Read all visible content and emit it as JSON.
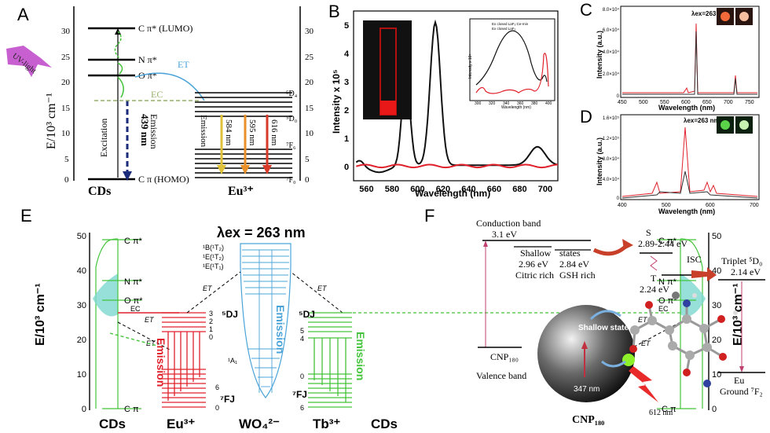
{
  "panel_letters": {
    "A": "A",
    "B": "B",
    "C": "C",
    "D": "D",
    "E": "E",
    "F": "F"
  },
  "panel_a": {
    "uv_label": "UV-light",
    "ylabel_left": "E/10³ cm⁻¹",
    "yticks": [
      "30",
      "25",
      "20",
      "15",
      "10",
      "5",
      "0"
    ],
    "levels": {
      "lumo": "C π* (LUMO)",
      "npi": "N π*",
      "opi": "O π*",
      "homo": "C π (HOMO)"
    },
    "et": "ET",
    "ec": "EC",
    "excitation": "Excitation",
    "emission_439": "439 nm",
    "emission": "Emission",
    "emission_eu": "Emission",
    "eu_lines": [
      "584 nm",
      "595 nm",
      "616 nm"
    ],
    "eu_levels": {
      "d4": "⁵D₄",
      "d0": "⁵D₀",
      "f6": "⁷F₆",
      "f0": "⁷F₀"
    },
    "cds": "CDs",
    "eu": "Eu³⁺"
  },
  "panel_b": {
    "ylabel": "Intensity x 10⁵",
    "xlabel": "Wavelength (nm)",
    "xticks": [
      "560",
      "580",
      "600",
      "620",
      "640",
      "660",
      "680",
      "700"
    ],
    "yticks": [
      "0",
      "1",
      "2",
      "3",
      "4",
      "5"
    ],
    "inset_legend": [
      "Ex closed LaF₃:Ce-min",
      "Ex closed LaF₃"
    ],
    "inset_xlabel": "Wavelength (nm)",
    "inset_ylabel": "Intensity x 10⁵",
    "inset_xticks": [
      "300",
      "320",
      "340",
      "360",
      "380",
      "400"
    ]
  },
  "panel_c": {
    "label": "λex=263 nm",
    "ylabel": "Intensity (a.u.)",
    "xlabel": "Wavelength (nm)",
    "xticks": [
      "450",
      "500",
      "550",
      "600",
      "650",
      "700",
      "750"
    ],
    "yticks": [
      "0",
      "2.0×10⁴",
      "4.0×10⁴",
      "6.0×10⁴",
      "8.0×10⁴"
    ]
  },
  "panel_d": {
    "label": "λex=263 nm",
    "ylabel": "Intensity (a.u.)",
    "xlabel": "Wavelength (nm)",
    "xticks": [
      "400",
      "500",
      "600",
      "700"
    ],
    "yticks": [
      "0",
      "4.0×10⁴",
      "8.0×10⁴",
      "1.2×10⁵",
      "1.6×10⁵"
    ]
  },
  "panel_e": {
    "title": "λex = 263 nm",
    "ylabel": "E/10³ cm⁻¹",
    "yticks": [
      "50",
      "40",
      "30",
      "20",
      "10",
      "0"
    ],
    "cpi_star": "C π*",
    "npi": "N π*",
    "opi": "O π*",
    "cpi": "C π",
    "ec": "EC",
    "et": "ET",
    "eu_nums": [
      "3",
      "2",
      "1",
      "0"
    ],
    "tb_nums": [
      "5",
      "4"
    ],
    "d5j": "⁵DJ",
    "f7j": "⁷FJ",
    "wo4_levels": [
      "¹B(¹T₂)",
      "¹E(¹T₂)",
      "¹E(¹T₁)"
    ],
    "a1": "¹A₁",
    "emission": "Emission",
    "j_eu": [
      "6",
      "0"
    ],
    "j_tb": [
      "0",
      "6"
    ],
    "bottom": [
      "CDs",
      "Eu³⁺",
      "WO₄²⁻",
      "Tb³⁺",
      "CDs"
    ]
  },
  "panel_f": {
    "conduction_band": "Conduction band",
    "cb_val": "3.1 eV",
    "shallow": "Shallow",
    "states": "states",
    "citric": "2.96 eV",
    "citric2": "Citric rich",
    "gsh": "2.84 eV",
    "gsh2": "GSH rich",
    "s": "S",
    "s_val": "2.89-2.44 eV",
    "t": "T",
    "t_val": "2.24 eV",
    "isc": "ISC",
    "triplet": "Triplet ⁵D₀",
    "triplet_val": "2.14 eV",
    "eu": "Eu",
    "ground": "Ground ⁷F₂",
    "cnp": "CNP₁₈₀",
    "valence": "Valence band",
    "shallow_states": "Shallow states",
    "nm347": "347 nm",
    "nm612": "612 nm",
    "cnp_bottom": "CNP₁₈₀"
  },
  "colors": {
    "accent_red": "#e0202a",
    "green": "#43c43a",
    "blue": "#4aa3d8",
    "teal": "#7dd8d0"
  }
}
